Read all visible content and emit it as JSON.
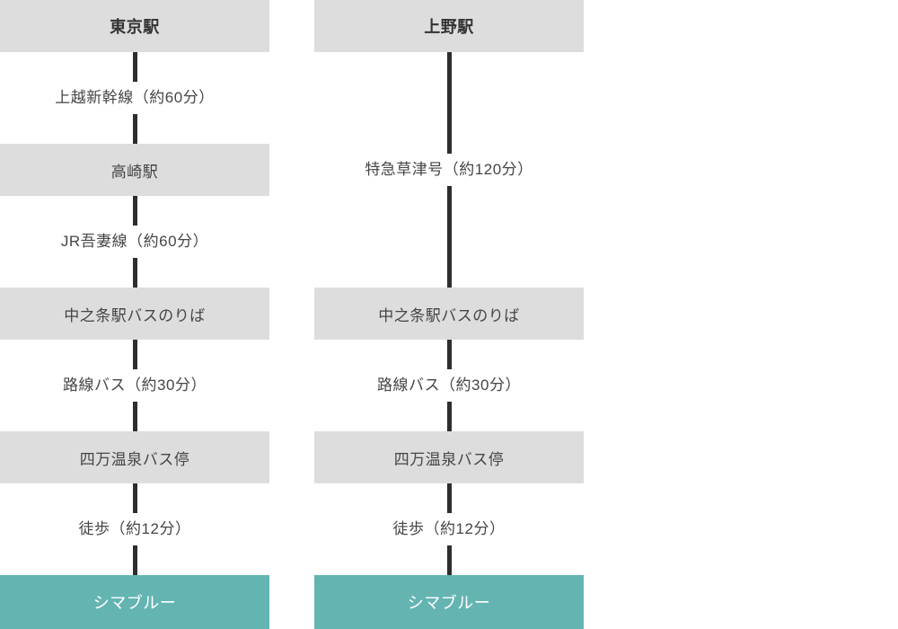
{
  "colors": {
    "box_bg": "#dddddd",
    "accent_bg": "#64b4b2",
    "line": "#2e2e2e",
    "header_text": "#333333",
    "station_text": "#454545",
    "label_text": "#454545",
    "destination_text": "#ffffff"
  },
  "routes": [
    {
      "name": "route-from-tokyo",
      "steps": [
        {
          "type": "station",
          "emphasis": true,
          "label": "東京駅"
        },
        {
          "type": "transit",
          "label": "上越新幹線（約60分）"
        },
        {
          "type": "station",
          "label": "高崎駅"
        },
        {
          "type": "transit",
          "label": "JR吾妻線（約60分）"
        },
        {
          "type": "station",
          "label": "中之条駅バスのりば"
        },
        {
          "type": "transit",
          "label": "路線バス（約30分）"
        },
        {
          "type": "station",
          "label": "四万温泉バス停"
        },
        {
          "type": "transit",
          "label": "徒歩（約12分）"
        },
        {
          "type": "destination",
          "label": "シマブルー"
        }
      ]
    },
    {
      "name": "route-from-ueno",
      "steps": [
        {
          "type": "station",
          "emphasis": true,
          "label": "上野駅"
        },
        {
          "type": "transit",
          "tall": true,
          "label": "特急草津号（約120分）"
        },
        {
          "type": "station",
          "label": "中之条駅バスのりば"
        },
        {
          "type": "transit",
          "label": "路線バス（約30分）"
        },
        {
          "type": "station",
          "label": "四万温泉バス停"
        },
        {
          "type": "transit",
          "label": "徒歩（約12分）"
        },
        {
          "type": "destination",
          "label": "シマブルー"
        }
      ]
    }
  ]
}
